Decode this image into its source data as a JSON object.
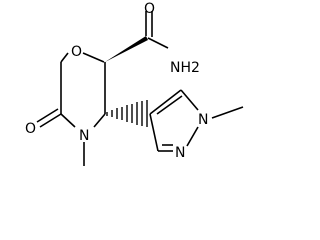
{
  "atoms": {
    "O_ring": "O",
    "O_keto": "O",
    "O_amide": "O",
    "NH2_amide": "NH2",
    "N_ring": "N",
    "N_pyr1": "N",
    "N_pyr2": "N"
  }
}
